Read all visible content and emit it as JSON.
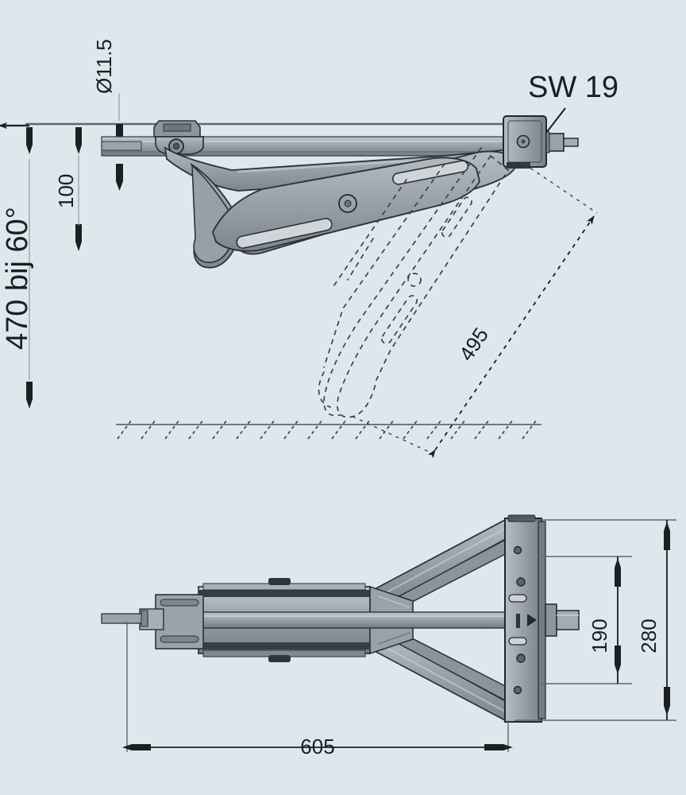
{
  "drawing": {
    "title": "Technical dimensioned drawing of a swing-down trailer support jack",
    "background_color": "#dde7ec",
    "metal_fill": "#9aa3a9",
    "metal_dark": "#6d767d",
    "line_color": "#1a1f24",
    "views": [
      {
        "name": "side-elevation",
        "description": "Side view of the jack in raised position with phantom outline of lowered position and ground hatching"
      },
      {
        "name": "plan-view",
        "description": "Plan view of the jack showing symmetric A-frame legs, central spindle tube and mounting plate"
      }
    ]
  },
  "annotations": {
    "bore_diameter": "Ø11.5",
    "height_100": "100",
    "stroke_label": "470 bij 60°",
    "wrench_size": "SW 19",
    "reach_495": "495",
    "plate_height_190": "190",
    "plate_height_280": "280",
    "length_605": "605"
  },
  "labels_detail": [
    {
      "id": "bore_diameter",
      "text": "Ø11.5",
      "view": "side-elevation",
      "orientation": "vertical",
      "meaning": "mounting hole diameter"
    },
    {
      "id": "height_100",
      "text": "100",
      "view": "side-elevation",
      "orientation": "vertical",
      "meaning": "vertical spacing of mounting holes"
    },
    {
      "id": "stroke_label",
      "text": "470 bij 60°",
      "view": "side-elevation",
      "orientation": "vertical",
      "meaning": "travel 470 at 60 degrees"
    },
    {
      "id": "wrench_size",
      "text": "SW 19",
      "view": "side-elevation",
      "orientation": "horizontal",
      "meaning": "hex drive across flats 19 mm"
    },
    {
      "id": "reach_495",
      "text": "495",
      "view": "side-elevation",
      "orientation": "diagonal",
      "meaning": "extended diagonal reach"
    },
    {
      "id": "plate_height_190",
      "text": "190",
      "view": "plan-view",
      "orientation": "vertical",
      "meaning": "inner bolt hole spacing"
    },
    {
      "id": "plate_height_280",
      "text": "280",
      "view": "plan-view",
      "orientation": "vertical",
      "meaning": "overall plate height"
    },
    {
      "id": "length_605",
      "text": "605",
      "view": "plan-view",
      "orientation": "horizontal",
      "meaning": "overall length"
    }
  ]
}
